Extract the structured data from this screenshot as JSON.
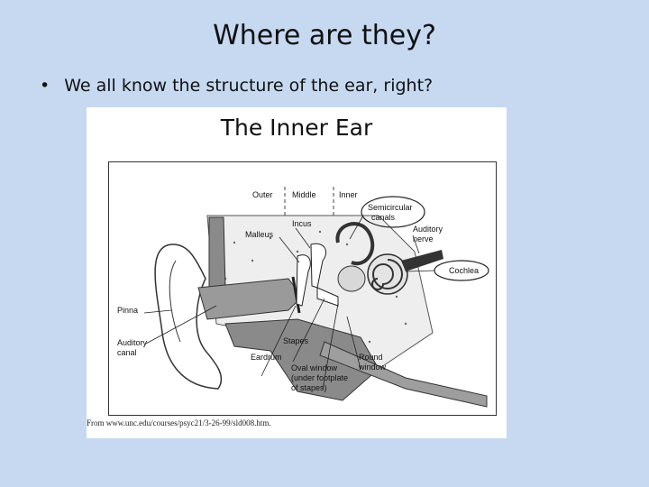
{
  "slide": {
    "title": "Where are they?",
    "bullet_symbol": "•",
    "bullet_text": "We all know the structure of the ear, right?"
  },
  "figure": {
    "title": "The Inner Ear",
    "labels": {
      "outer": "Outer",
      "middle": "Middle",
      "inner": "Inner",
      "semicircular_1": "Semicircular",
      "semicircular_2": "canals",
      "incus": "Incus",
      "auditory_nerve_1": "Auditory",
      "auditory_nerve_2": "nerve",
      "malleus": "Malleus",
      "cochlea": "Cochlea",
      "pinna": "Pinna",
      "auditory_canal_1": "Auditory",
      "auditory_canal_2": "canal",
      "stapes": "Stapes",
      "eardrum": "Eardrum",
      "round_window_1": "Round",
      "round_window_2": "window",
      "oval_window_1": "Oval window",
      "oval_window_2": "(under footplate",
      "oval_window_3": "of stapes)"
    },
    "caption": "From www.unc.edu/courses/psyc21/3-26-99/sld008.htm."
  }
}
